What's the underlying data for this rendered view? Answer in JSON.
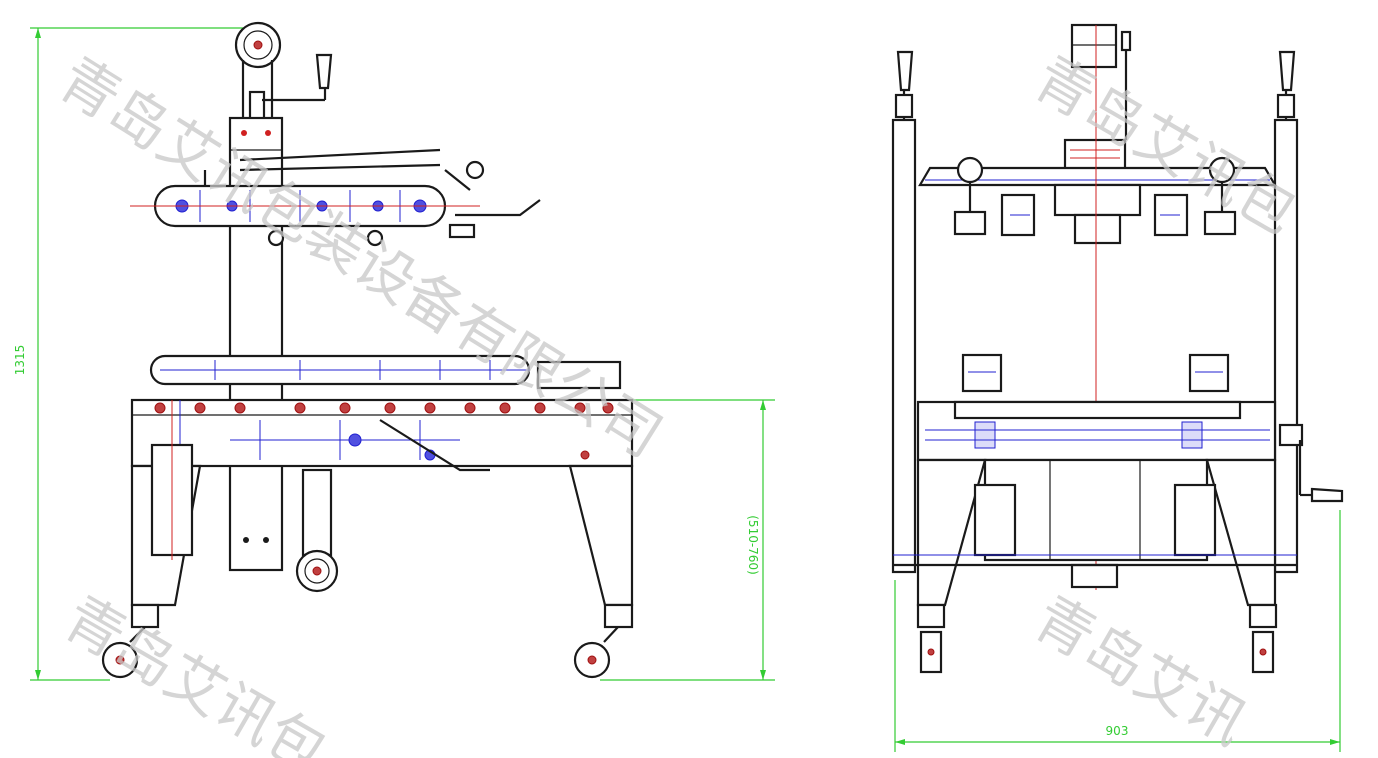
{
  "watermark": {
    "line_top_left": "青岛艾讯包装设备有限公司",
    "line_bottom_left": "青岛艾讯包",
    "line_right": "青岛艾讯包",
    "line_bottom_right": "青岛艾讯"
  },
  "dimensions": {
    "side_total_height": "1315",
    "side_table_height": "(510-760)",
    "front_width": "903"
  },
  "colors": {
    "outline": "#1a1a1a",
    "detail": "#2020d0",
    "centerline": "#d02020",
    "dimension": "#33cc33",
    "watermark": "#c8c8c8"
  }
}
